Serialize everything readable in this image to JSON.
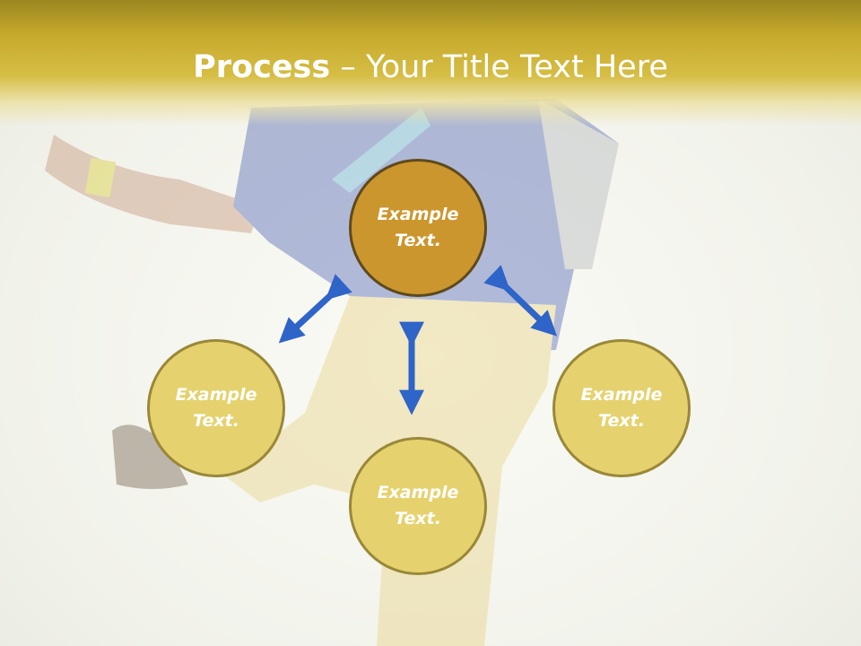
{
  "slide": {
    "title_bold": "Process",
    "title_rest": " – Your Title Text Here"
  },
  "diagram": {
    "nodes": {
      "center": "Example Text.",
      "left": "Example Text.",
      "bottom": "Example Text.",
      "right": "Example Text."
    }
  },
  "colors": {
    "header": "#c6aa2c",
    "center_node": "#cc962e",
    "outer_node": "#e5d26e",
    "arrow": "#2f64c8"
  },
  "icons": [
    "double-arrow-icon"
  ]
}
